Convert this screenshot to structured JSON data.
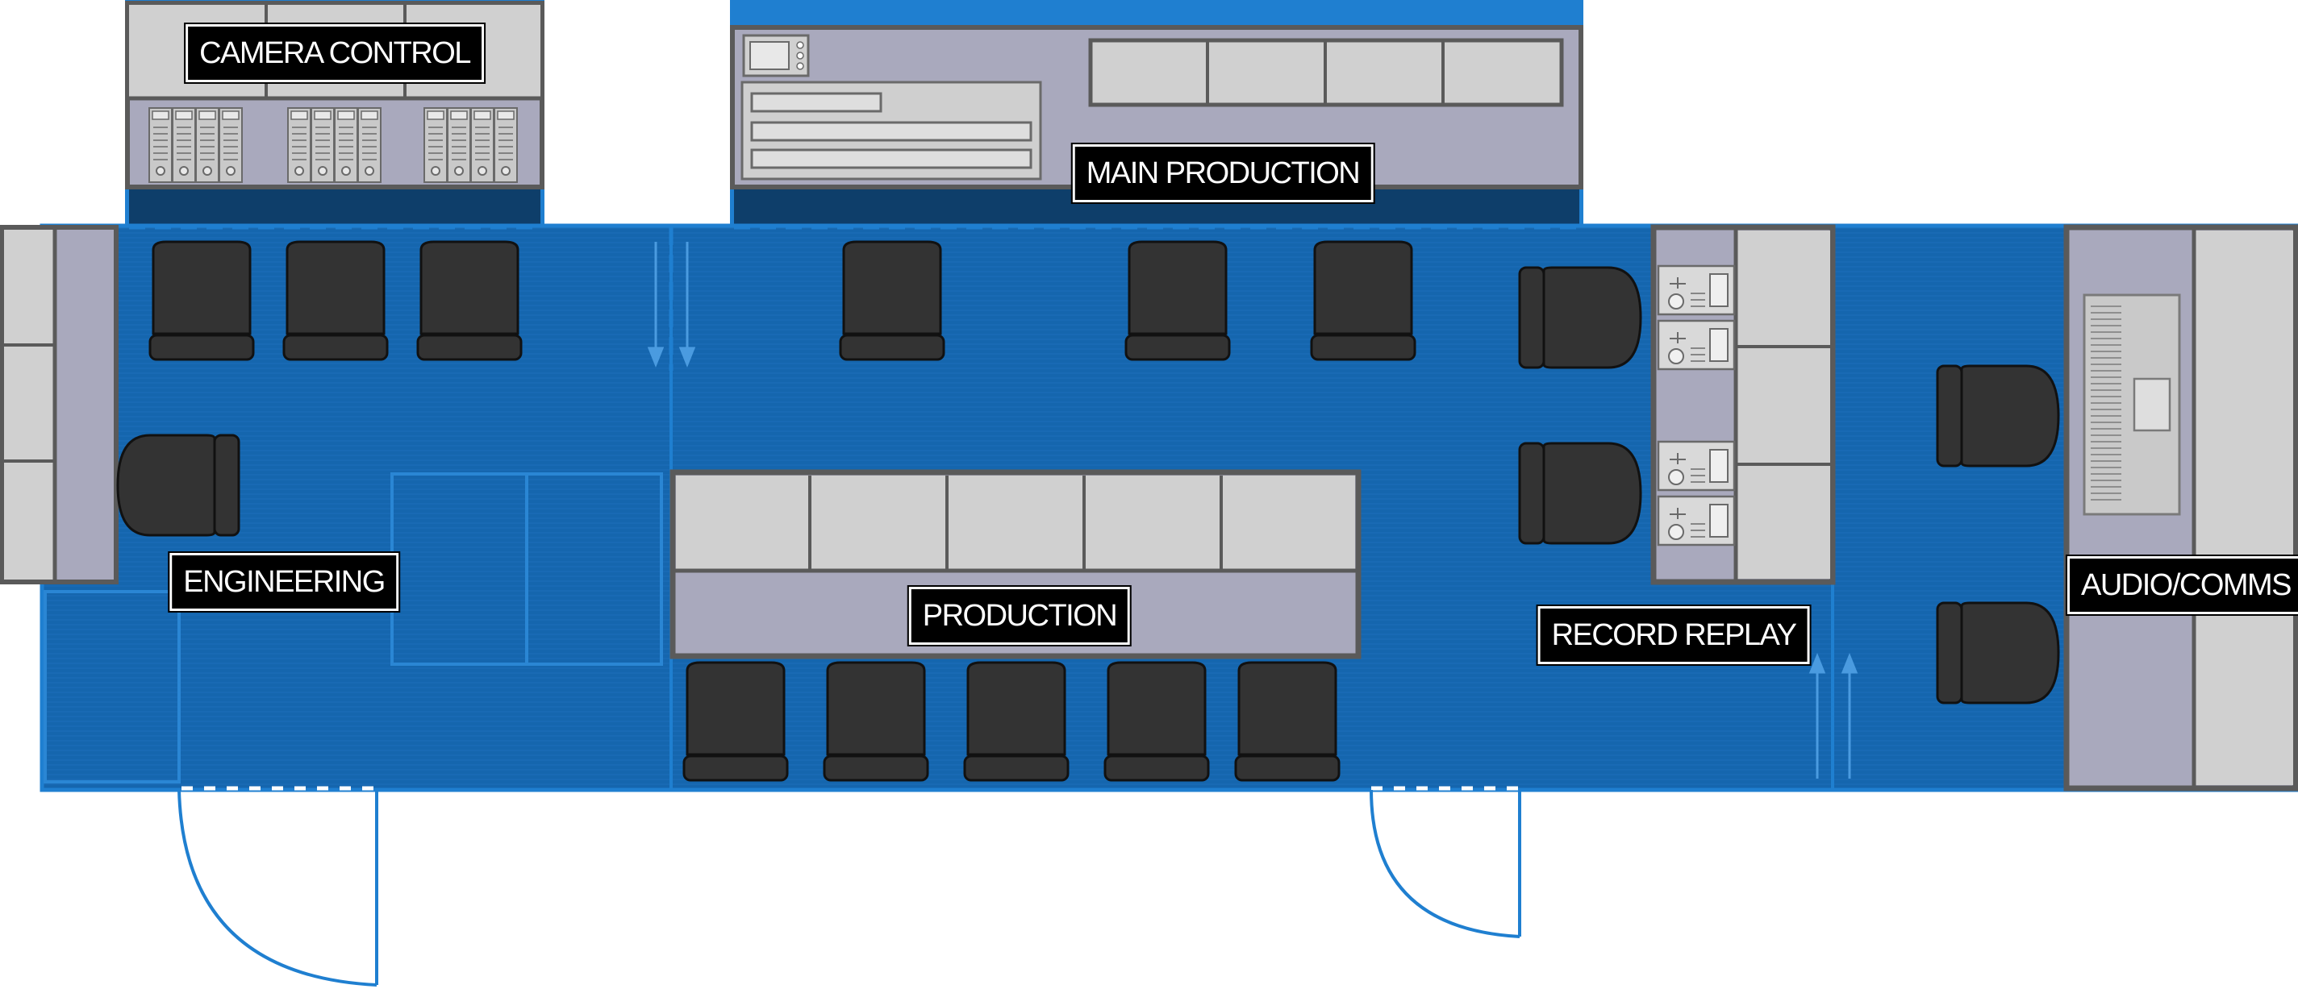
{
  "diagram": {
    "zones": [
      {
        "id": "camera-control",
        "label": "CAMERA CONTROL"
      },
      {
        "id": "main-production",
        "label": "MAIN PRODUCTION"
      },
      {
        "id": "engineering",
        "label": "ENGINEERING"
      },
      {
        "id": "production",
        "label": "PRODUCTION"
      },
      {
        "id": "record-replay",
        "label": "RECORD REPLAY"
      },
      {
        "id": "audio-comms",
        "label": "AUDIO/COMMS"
      }
    ]
  },
  "colors": {
    "floor": "#1566ae",
    "floor_edge": "#1f7fd0",
    "desk_frame": "#5a5a5a",
    "desk_light": "#d0d0d0",
    "desk_lavender": "#a9a9bd",
    "chair": "#333333",
    "label_bg": "#000000",
    "label_text": "#ffffff"
  }
}
